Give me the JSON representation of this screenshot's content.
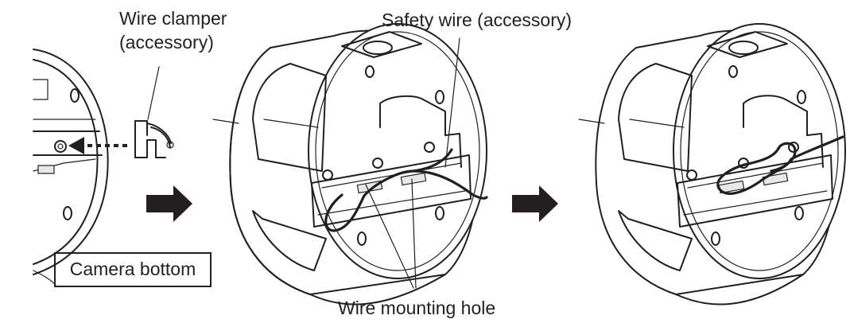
{
  "labels": {
    "wire_clamper_line1": "Wire clamper",
    "wire_clamper_line2": "(accessory)",
    "safety_wire": "Safety wire (accessory)",
    "wire_mounting_hole": "Wire mounting hole",
    "camera_bottom": "Camera bottom"
  },
  "colors": {
    "ink": "#231f20",
    "background": "#ffffff"
  }
}
